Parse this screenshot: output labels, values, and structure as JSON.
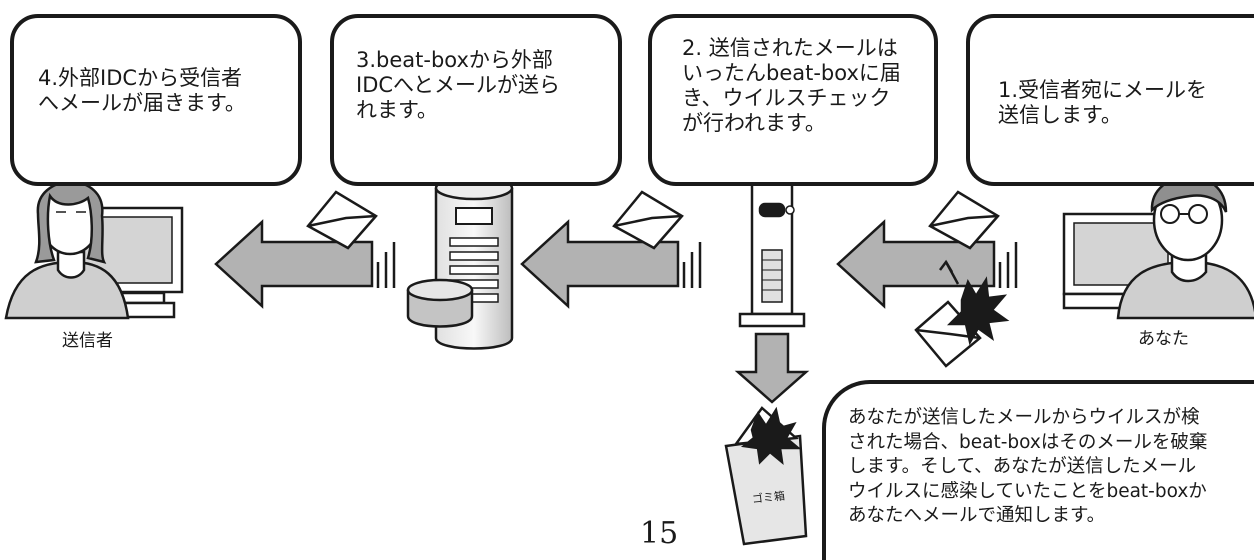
{
  "steps": [
    {
      "text": "4.外部IDCから受信者\nへメールが届きます。"
    },
    {
      "text": "3.beat-boxから外部\nIDCへとメールが送ら\nれます。"
    },
    {
      "text": "2. 送信されたメールは\nいったんbeat-boxに届\nき、ウイルスチェック\nが行われます。"
    },
    {
      "text": "1.受信者宛にメールを\n送信します。"
    }
  ],
  "virus_note": "あなたが送信したメールからウイルスが検\nされた場合、beat-boxはそのメールを破棄\nします。そして、あなたが送信したメール\nウイルスに感染していたことをbeat-boxか\nあなたへメールで通知します。",
  "labels": {
    "sender": "送信者",
    "you": "あなた",
    "trash": "ゴミ箱"
  },
  "page_number": "15",
  "colors": {
    "arrow_fill": "#b2b2b2",
    "figure_fill": "#cfcfcf",
    "outline": "#1a1a1a"
  }
}
